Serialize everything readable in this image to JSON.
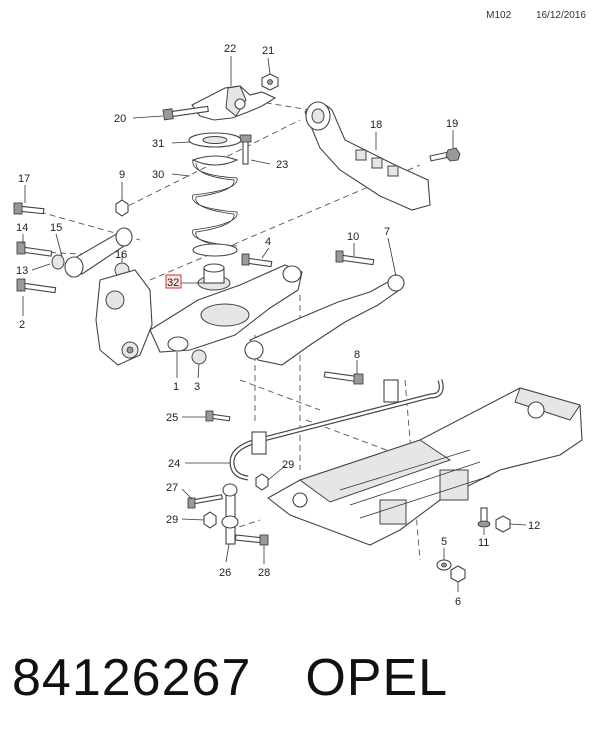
{
  "header": {
    "code": "M102",
    "date": "16/12/2016"
  },
  "callouts": {
    "n1": "1",
    "n2": "2",
    "n3": "3",
    "n4": "4",
    "n5": "5",
    "n6": "6",
    "n7": "7",
    "n8": "8",
    "n9": "9",
    "n10": "10",
    "n11": "11",
    "n12": "12",
    "n13": "13",
    "n14": "14",
    "n15": "15",
    "n16": "16",
    "n17": "17",
    "n18": "18",
    "n19": "19",
    "n20": "20",
    "n21": "21",
    "n22": "22",
    "n23": "23",
    "n24": "24",
    "n25": "25",
    "n26": "26",
    "n27": "27",
    "n28": "28",
    "n29a": "29",
    "n29b": "29",
    "n30": "30",
    "n31": "31",
    "n32": "32"
  },
  "footer": {
    "part_number": "84126267",
    "brand": "OPEL"
  },
  "colors": {
    "highlight": "#d03030",
    "ink": "#222222"
  }
}
